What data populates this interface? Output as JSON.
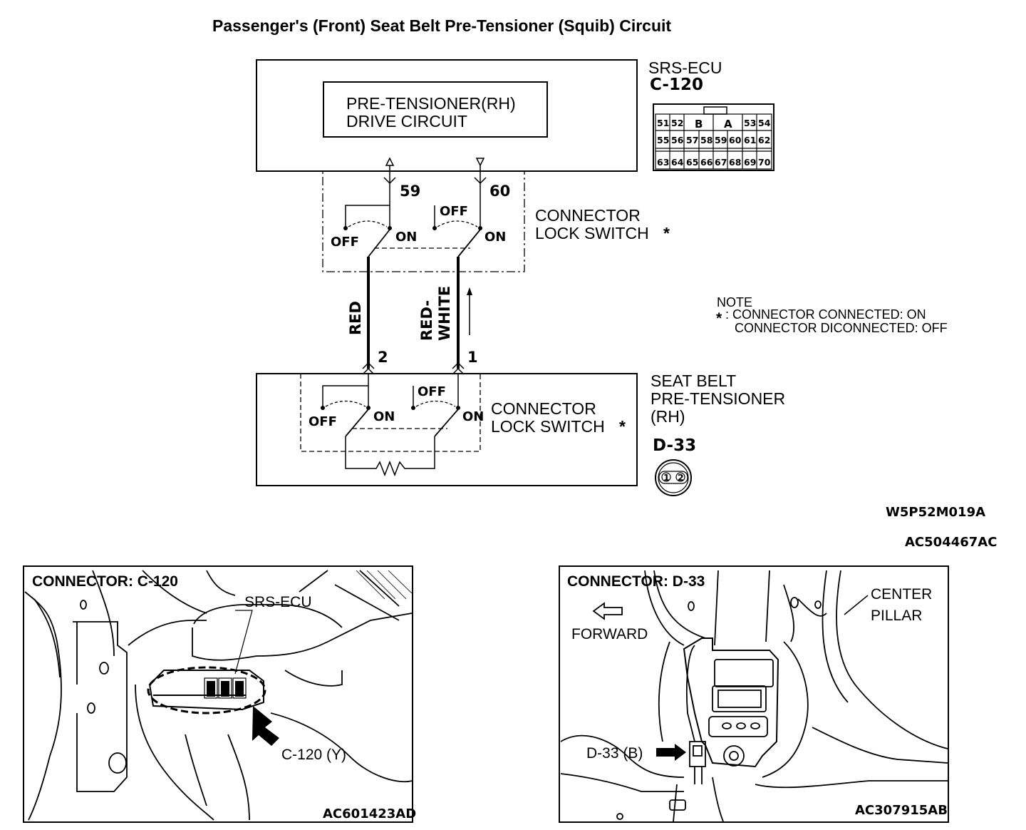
{
  "title": "Passenger's (Front) Seat Belt Pre-Tensioner (Squib) Circuit",
  "ecu": {
    "name": "SRS-ECU",
    "connector": "C-120",
    "drive_circuit_line1": "PRE-TENSIONER(RH)",
    "drive_circuit_line2": "DRIVE CIRCUIT",
    "pins": {
      "row1_left": [
        "51",
        "52"
      ],
      "row1_mid": [
        "B",
        "A"
      ],
      "row1_right": [
        "53",
        "54"
      ],
      "row2": [
        "55",
        "56",
        "57",
        "58",
        "59",
        "60",
        "61",
        "62"
      ],
      "row3": [
        "63",
        "64",
        "65",
        "66",
        "67",
        "68",
        "69",
        "70"
      ]
    }
  },
  "terminals": {
    "ecu_left": "59",
    "ecu_right": "60",
    "pt_left": "2",
    "pt_right": "1"
  },
  "switch": {
    "off": "OFF",
    "on": "ON",
    "label_line1": "CONNECTOR",
    "label_line2": "LOCK SWITCH",
    "asterisk": "*"
  },
  "wires": {
    "left": "RED",
    "right_line1": "RED-",
    "right_line2": "WHITE"
  },
  "note": {
    "heading": "NOTE",
    "star": "*",
    "line1": ": CONNECTOR CONNECTED: ON",
    "line2": "CONNECTOR DICONNECTED: OFF"
  },
  "pretensioner": {
    "line1": "SEAT BELT",
    "line2": "PRE-TENSIONER",
    "line3": "(RH)",
    "connector": "D-33",
    "pins": [
      "1",
      "2"
    ]
  },
  "codes": {
    "diagram": "W5P52M019A",
    "figure": "AC504467AC"
  },
  "photo_left": {
    "heading": "CONNECTOR: C-120",
    "label_ecu": "SRS-ECU",
    "label_connector": "C-120 (Y)",
    "code": "AC601423AD"
  },
  "photo_right": {
    "heading": "CONNECTOR: D-33",
    "label_forward": "FORWARD",
    "label_pillar_line1": "CENTER",
    "label_pillar_line2": "PILLAR",
    "label_connector": "D-33 (B)",
    "code": "AC307915AB"
  }
}
